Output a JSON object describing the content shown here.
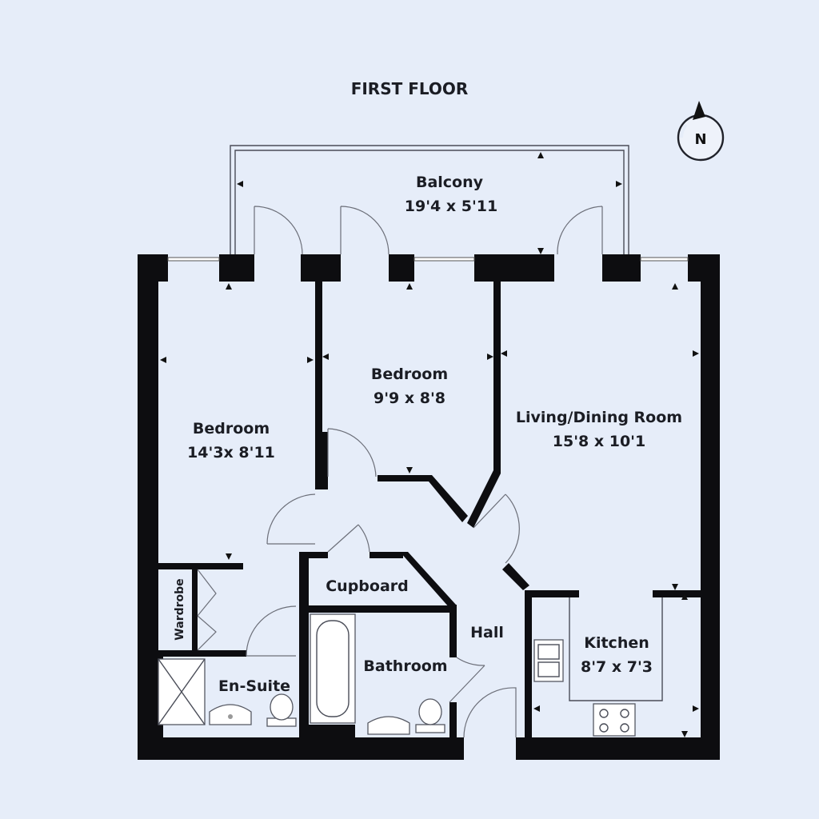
{
  "plan": {
    "title": "FIRST FLOOR",
    "compass_letter": "N",
    "rooms": {
      "balcony": {
        "name": "Balcony",
        "size": "19'4 x 5'11"
      },
      "bedroom_left": {
        "name": "Bedroom",
        "size": "14'3x 8'11"
      },
      "bedroom_middle": {
        "name": "Bedroom",
        "size": "9'9 x 8'8"
      },
      "living": {
        "name": "Living/Dining Room",
        "size": "15'8 x 10'1"
      },
      "cupboard": {
        "name": "Cupboard"
      },
      "hall": {
        "name": "Hall"
      },
      "wardrobe": {
        "name": "Wardrobe"
      },
      "bathroom": {
        "name": "Bathroom"
      },
      "ensuite": {
        "name": "En-Suite"
      },
      "kitchen": {
        "name": "Kitchen",
        "size": "8'7 x 7'3"
      }
    }
  }
}
